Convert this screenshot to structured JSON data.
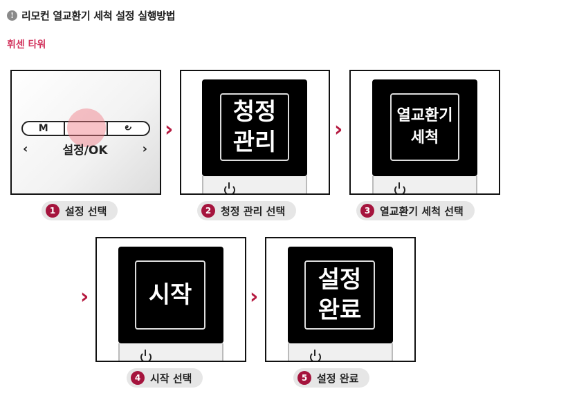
{
  "header": {
    "icon": "info-icon",
    "title": "리모컨 열교환기 세척 설정 실행방법"
  },
  "subtitle": "휘센 타워",
  "colors": {
    "accent": "#a5143d",
    "subtitle": "#d2335c",
    "touch": "#f07882"
  },
  "step1": {
    "buttons": [
      "M",
      "",
      ""
    ],
    "fan_icon": "fan-icon",
    "nav_left": "‹",
    "nav_center": "설정/OK",
    "nav_right": "›"
  },
  "screens": {
    "s2": [
      "청정",
      "관리"
    ],
    "s3": [
      "열교환기",
      "세척"
    ],
    "s4": [
      "시작"
    ],
    "s5": [
      "설정",
      "완료"
    ]
  },
  "steps": [
    {
      "num": "1",
      "label": "설정 선택"
    },
    {
      "num": "2",
      "label": "청정 관리 선택"
    },
    {
      "num": "3",
      "label": "열교환기 세척 선택"
    },
    {
      "num": "4",
      "label": "시작 선택"
    },
    {
      "num": "5",
      "label": "설정 완료"
    }
  ],
  "arrow": "›",
  "power": "power-icon"
}
